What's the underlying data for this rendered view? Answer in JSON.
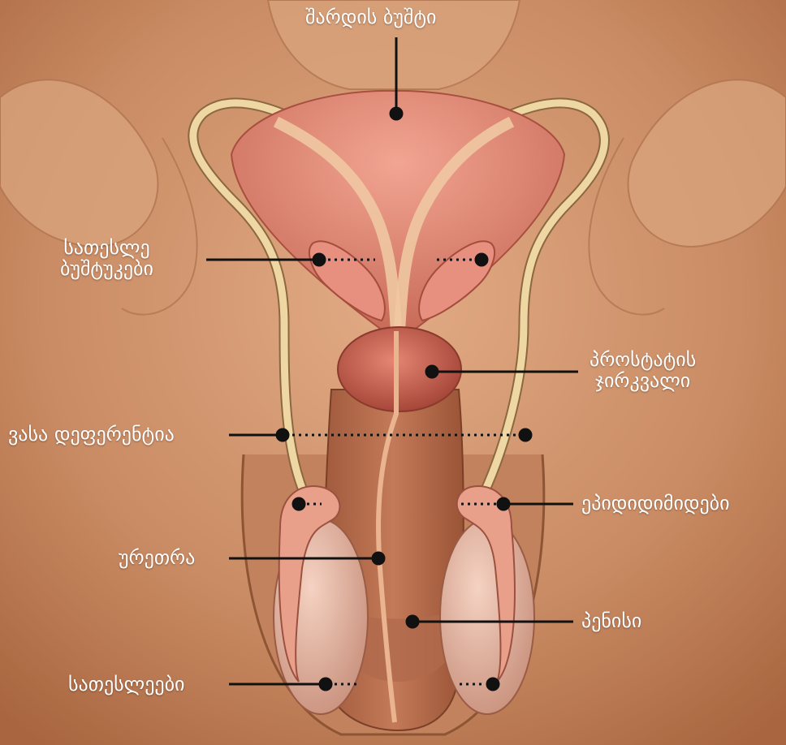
{
  "labels": {
    "bladder": "შარდის ბუშტი",
    "seminal_vesicles": "სათესლე\nბუშტუკები",
    "prostate": "პროსტატის\nჯირკვალი",
    "vas_deferens": "ვასა დეფერენტია",
    "epididymis": "ეპიდიდიმიდები",
    "urethra": "ურეთრა",
    "penis": "პენისი",
    "testes": "სათესლეები"
  },
  "colors": {
    "background": "#c88a62",
    "skin_light": "#dba07a",
    "leader": "#111111",
    "label_text": "#ffffff"
  }
}
